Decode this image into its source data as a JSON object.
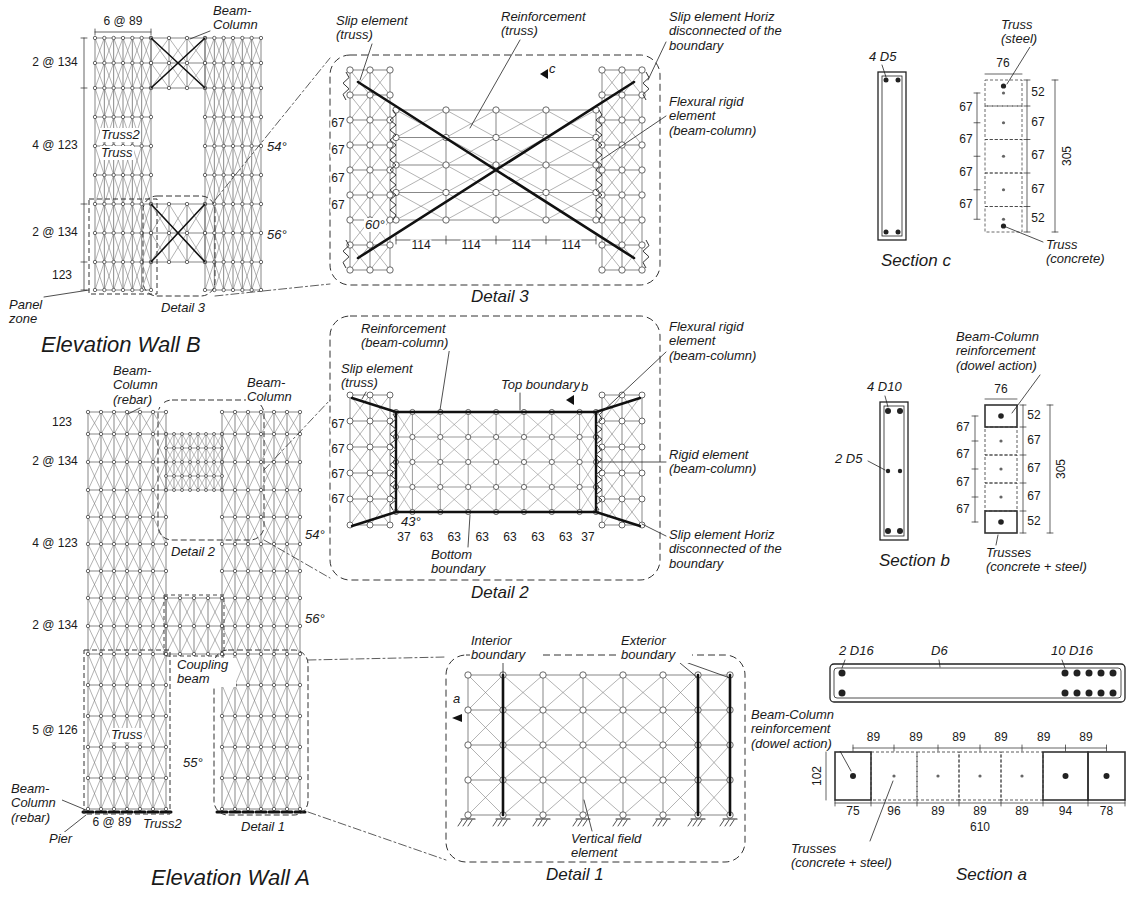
{
  "diagram": {
    "labels": [
      "6 @ 89",
      "Beam- Column",
      "2 @ 134",
      "4 @ 123",
      "2 @ 134",
      "123",
      "Truss2",
      "Truss",
      "54°",
      "56°",
      "Panel zone",
      "Detail 3",
      "Elevation Wall B",
      "Slip element (truss)",
      "Reinforcement (truss)",
      "Slip element Horiz disconnected of the boundary",
      "c",
      "Flexural rigid element (beam-column)",
      "67",
      "67",
      "67",
      "67",
      "60°",
      "114",
      "114",
      "114",
      "114",
      "Detail 3",
      "Reinforcement (beam-column)",
      "Slip element (truss)",
      "Top boundary",
      "b",
      "Flexural rigid element (beam-column)",
      "67",
      "67",
      "67",
      "67",
      "Rigid element (beam-column)",
      "43°",
      "37",
      "63",
      "63",
      "63",
      "63",
      "63",
      "63",
      "37",
      "Bottom boundary",
      "Slip element Horiz disconnected of the boundary",
      "Detail 2",
      "Truss (steel)",
      "4 D5",
      "76",
      "52",
      "67",
      "67",
      "67",
      "52",
      "67",
      "67",
      "67",
      "67",
      "305",
      "Truss (concrete)",
      "Section c",
      "Beam-Column reinforcement (dowel action)",
      "4 D10",
      "2 D5",
      "76",
      "52",
      "67",
      "67",
      "67",
      "52",
      "67",
      "67",
      "67",
      "67",
      "305",
      "Section b",
      "Trusses (concrete + steel)",
      "Beam- Column (rebar)",
      "Beam- Column",
      "123",
      "2 @ 134",
      "4 @ 123",
      "2 @ 134",
      "5 @ 126",
      "Detail 2",
      "54°",
      "56°",
      "Coupling beam",
      "Truss",
      "55°",
      "Beam- Column (rebar)",
      "6 @ 89",
      "Truss2",
      "Pier",
      "Detail 1",
      "Elevation Wall A",
      "Interior boundary",
      "Exterior boundary",
      "a",
      "Vertical field element",
      "Detail 1",
      "2 D16",
      "D6",
      "10 D16",
      "Beam-Column reinforcement (dowel action)",
      "89",
      "89",
      "89",
      "89",
      "89",
      "89",
      "102",
      "75",
      "96",
      "89",
      "89",
      "89",
      "94",
      "78",
      "610",
      "Trusses (concrete + steel)",
      "Section a"
    ]
  }
}
